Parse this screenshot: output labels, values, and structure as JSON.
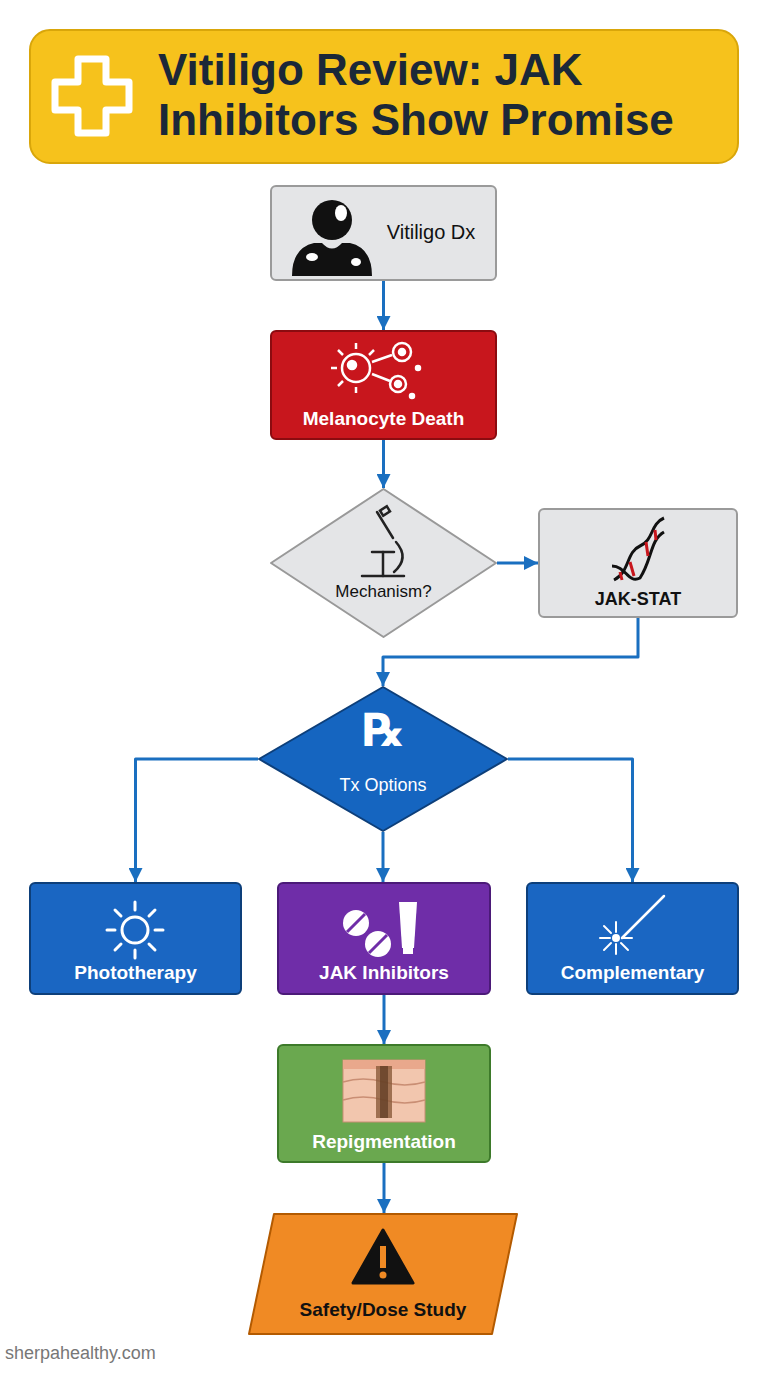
{
  "diagram": {
    "title": "Vitiligo Review: JAK Inhibitors Show Promise",
    "nodes": [
      {
        "text": [
          "Vitiligo Dx"
        ]
      },
      {
        "text": [
          "Melanocyte Death"
        ]
      },
      {
        "text": [
          "Mechanism?"
        ]
      },
      {
        "text": [
          "JAK-STAT"
        ]
      },
      {
        "text": [
          "℞",
          "Tx Options"
        ]
      },
      {
        "text": [
          "Phototherapy"
        ]
      },
      {
        "text": [
          "JAK Inhibitors"
        ]
      },
      {
        "text": [
          "Complementary"
        ]
      },
      {
        "text": [
          "Repigmentation"
        ]
      },
      {
        "text": [
          "Safety/Dose Study"
        ]
      }
    ],
    "edges": [
      {
        "from": 0,
        "to": 1,
        "arrow": "to"
      },
      {
        "from": 1,
        "to": 2,
        "arrow": "to"
      },
      {
        "from": 2,
        "to": 3,
        "arrow": "to"
      },
      {
        "from": 3,
        "to": 4,
        "arrow": "to"
      },
      {
        "from": 4,
        "to": 5,
        "arrow": "to"
      },
      {
        "from": 4,
        "to": 6,
        "arrow": "to"
      },
      {
        "from": 4,
        "to": 7,
        "arrow": "to"
      },
      {
        "from": 6,
        "to": 8,
        "arrow": "to"
      },
      {
        "from": 8,
        "to": 9,
        "arrow": "to"
      }
    ],
    "labels": [
      "sherpahealthy.com"
    ]
  }
}
